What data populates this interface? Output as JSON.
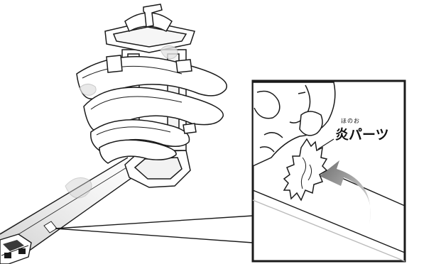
{
  "callout": {
    "ruby": "ほのお",
    "label": "炎パーツ"
  },
  "icons": [
    "spiral-tower-track",
    "toy-car",
    "hand-fingers",
    "flame-part",
    "insert-arrow"
  ],
  "colors": {
    "line": "#1a1a1a",
    "shade": "#9a9a9a",
    "light_shade": "#cfcfcf",
    "background": "#ffffff"
  }
}
